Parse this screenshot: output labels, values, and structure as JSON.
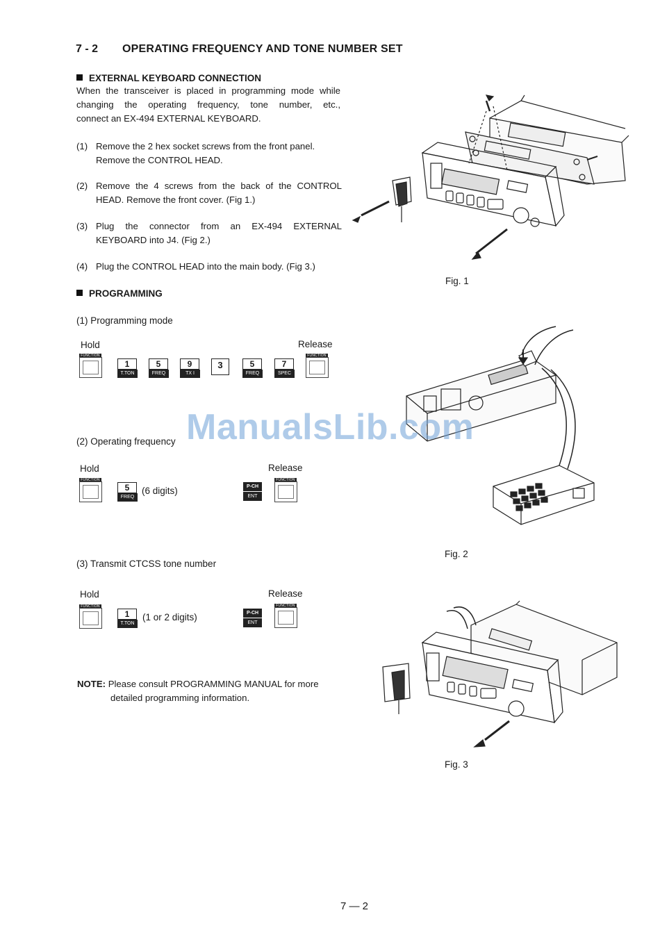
{
  "header": {
    "section_number": "7 - 2",
    "title": "OPERATING FREQUENCY AND TONE NUMBER SET"
  },
  "external": {
    "heading": "EXTERNAL KEYBOARD CONNECTION",
    "intro": [
      "When the transceiver is placed in programming mode while",
      "changing the operating frequency, tone number, etc.,",
      "connect an EX-494 EXTERNAL KEYBOARD."
    ],
    "steps": [
      {
        "num": "(1)",
        "lines": [
          "Remove the 2 hex socket screws from the front panel.",
          "Remove the CONTROL HEAD."
        ]
      },
      {
        "num": "(2)",
        "lines": [
          "Remove the 4 screws from the back of the CONTROL",
          "HEAD. Remove the front cover. (Fig 1.)"
        ]
      },
      {
        "num": "(3)",
        "lines": [
          "Plug the connector from an EX-494 EXTERNAL",
          "KEYBOARD into J4. (Fig 2.)"
        ]
      },
      {
        "num": "(4)",
        "lines": [
          "Plug the CONTROL HEAD into the main body. (Fig 3.)"
        ]
      }
    ]
  },
  "programming": {
    "heading": "PROGRAMMING",
    "mode": {
      "title": "(1) Programming mode",
      "hold": "Hold",
      "release": "Release",
      "function_tag": "FUNCTION",
      "keys": [
        {
          "top": "1",
          "bottom": "T.TON"
        },
        {
          "top": "5",
          "bottom": "FREQ"
        },
        {
          "top": "9",
          "bottom": "TX I"
        },
        {
          "top": "3"
        },
        {
          "top": "5",
          "bottom": "FREQ"
        },
        {
          "top": "7",
          "bottom": "SPEC"
        }
      ]
    },
    "frequency": {
      "title": "(2) Operating frequency",
      "hold": "Hold",
      "release": "Release",
      "key": {
        "top": "5",
        "bottom": "FREQ"
      },
      "note": "(6 digits)",
      "enter_key": {
        "top": "P-CH",
        "bottom": "ENT"
      }
    },
    "ctcss": {
      "title": "(3) Transmit CTCSS tone number",
      "hold": "Hold",
      "release": "Release",
      "key": {
        "top": "1",
        "bottom": "T.TON"
      },
      "note": "(1 or 2 digits)",
      "enter_key": {
        "top": "P-CH",
        "bottom": "ENT"
      }
    },
    "note": {
      "label": "NOTE:",
      "line1": "Please consult PROGRAMMING MANUAL for more",
      "line2": "detailed programming information."
    }
  },
  "figures": {
    "fig1": "Fig. 1",
    "fig2": "Fig. 2",
    "fig3": "Fig. 3"
  },
  "watermark": "ManualsLib.com",
  "footer": {
    "page": "7 — 2"
  }
}
